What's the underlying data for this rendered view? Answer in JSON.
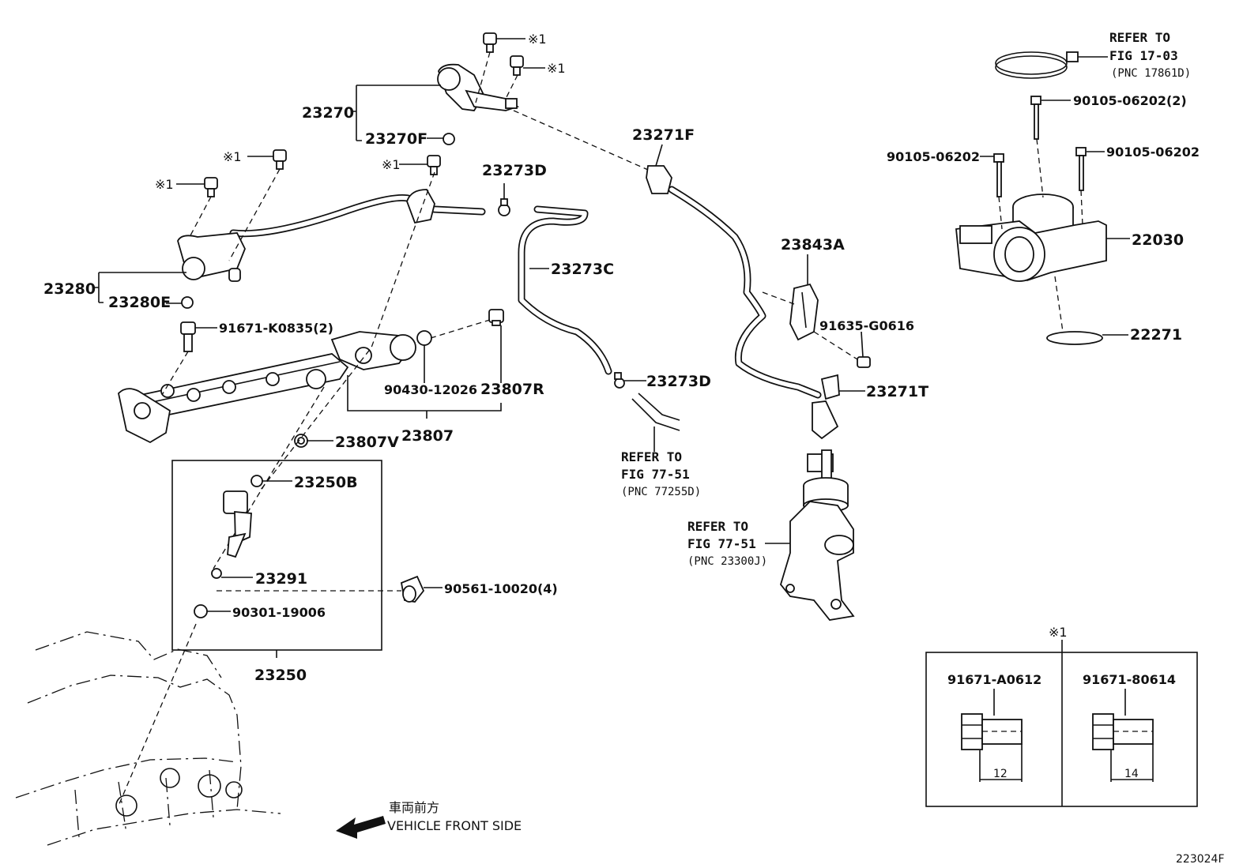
{
  "labels": {
    "p23270": "23270",
    "p23270F": "23270F",
    "p23280": "23280",
    "p23280E": "23280E",
    "p23273D_a": "23273D",
    "p23273D_b": "23273D",
    "p23273C": "23273C",
    "p23271F": "23271F",
    "p23843A": "23843A",
    "p91635": "91635-G0616",
    "p23271T": "23271T",
    "p91671K": "91671-K0835(2)",
    "p90430": "90430-12026",
    "p23807R": "23807R",
    "p23807": "23807",
    "p23807V": "23807V",
    "p23250B": "23250B",
    "p23291": "23291",
    "p90301": "90301-19006",
    "p90561": "90561-10020(4)",
    "p23250": "23250",
    "p22030": "22030",
    "p22271": "22271",
    "p90105a": "90105-06202(2)",
    "p90105b": "90105-06202",
    "p90105c": "90105-06202"
  },
  "marks": {
    "m1": "※1",
    "m2": "※1",
    "m3": "※1",
    "m4": "※1",
    "m5": "※1",
    "legend": "※1"
  },
  "refs": {
    "fig17": {
      "l1": "REFER TO",
      "l2": "FIG 17-03",
      "l3": "(PNC 17861D)"
    },
    "fig77a": {
      "l1": "REFER TO",
      "l2": "FIG 77-51",
      "l3": "(PNC 77255D)"
    },
    "fig77b": {
      "l1": "REFER TO",
      "l2": "FIG 77-51",
      "l3": "(PNC 23300J)"
    }
  },
  "legend_box": {
    "left_part": "91671-A0612",
    "left_size": "12",
    "right_part": "91671-80614",
    "right_size": "14"
  },
  "direction": {
    "jp": "車両前方",
    "en": "VEHICLE FRONT SIDE"
  },
  "figure_id": "223024F"
}
